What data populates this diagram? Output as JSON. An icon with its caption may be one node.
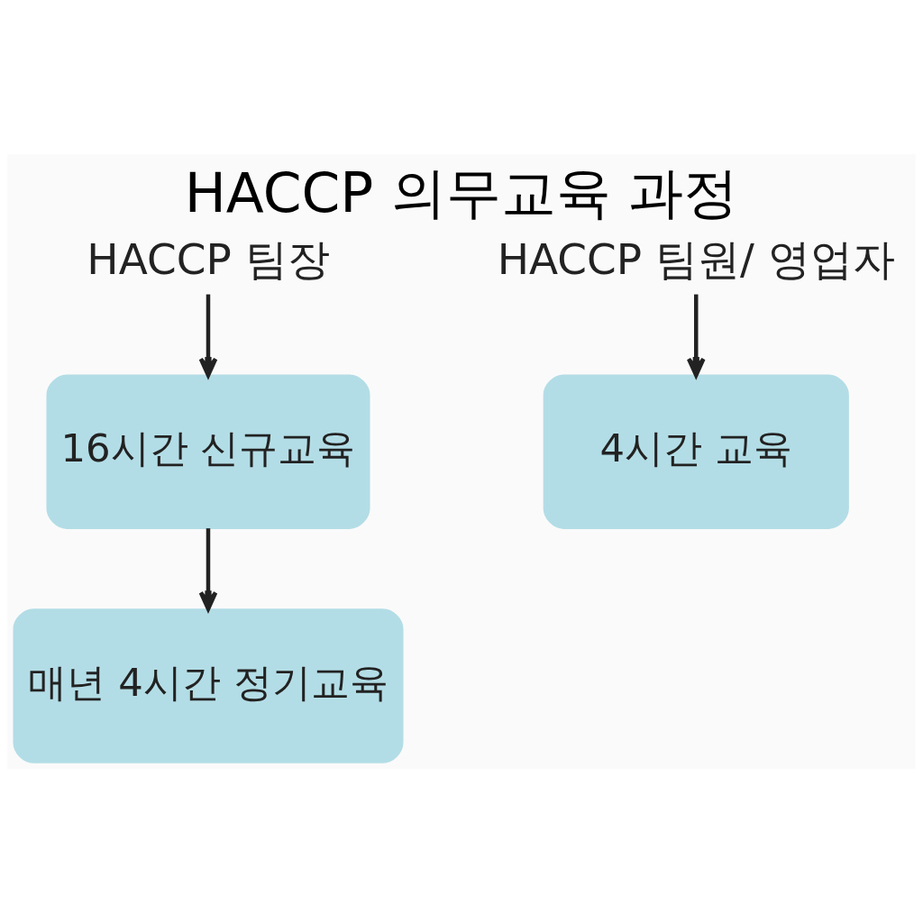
{
  "diagram": {
    "title": "HACCP 의무교육 과정",
    "nodes": [
      {
        "text": [
          "HACCP 팀장"
        ]
      },
      {
        "text": [
          "16시간 신규교육"
        ]
      },
      {
        "text": [
          "매년 4시간 정기교육"
        ]
      },
      {
        "text": [
          "HACCP 팀원/ 영업자"
        ]
      },
      {
        "text": [
          "4시간 교육"
        ]
      }
    ],
    "edges": [
      {
        "from": 0,
        "to": 1,
        "arrow": "to"
      },
      {
        "from": 1,
        "to": 2,
        "arrow": "to"
      },
      {
        "from": 3,
        "to": 4,
        "arrow": "to"
      }
    ]
  }
}
